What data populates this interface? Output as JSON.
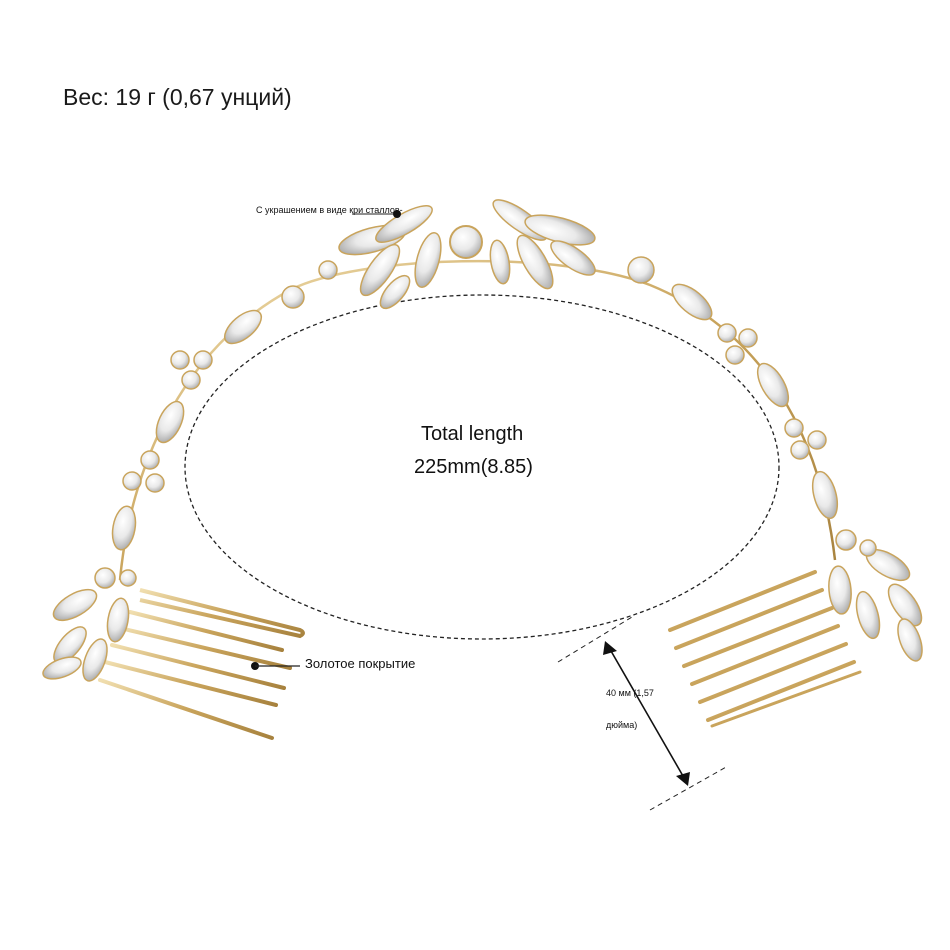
{
  "weight_label": "Вес: 19 г (0,67 унций)",
  "crystal_callout": "С украшением в виде кри сталлов-",
  "total_length": {
    "title": "Total length",
    "value": "225mm(8.85)"
  },
  "gold_callout": "Золотое покрытие",
  "comb_size": {
    "line1": "40 мм (1,57",
    "line2": "дюйма)"
  },
  "colors": {
    "gold": "#c9a45c",
    "gold_light": "#e8d3a0",
    "crystal": "#f4f4f4",
    "crystal_edge": "#9a9a9a",
    "line": "#222222"
  },
  "icons": [
    "crystal-hair-vine",
    "comb-left",
    "comb-right",
    "dimension-arrow",
    "callout-dot"
  ]
}
